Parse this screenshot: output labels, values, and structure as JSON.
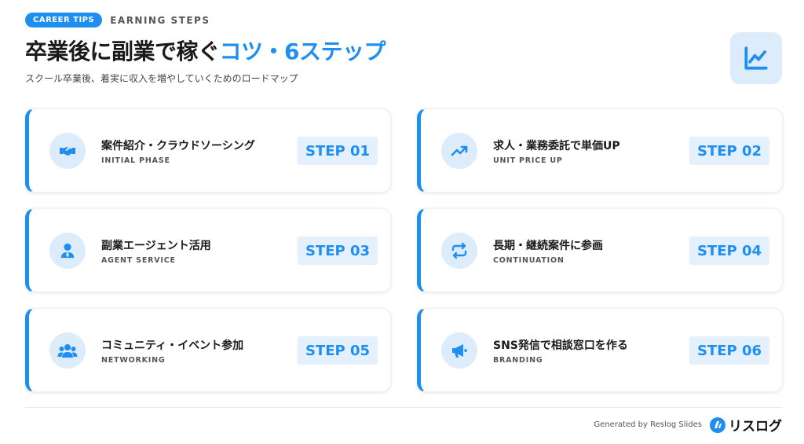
{
  "header": {
    "badge": "CAREER TIPS",
    "kicker": "EARNING STEPS",
    "title_main": "卒業後に副業で稼ぐ",
    "title_accent": "コツ・6ステップ",
    "subtitle": "スクール卒業後、着実に収入を増やしていくためのロードマップ"
  },
  "colors": {
    "accent": "#1e8ff0",
    "accent_light": "#dcecfb",
    "step_bg": "#e4f1fc"
  },
  "corner_icon": "chart-line-icon",
  "cards": [
    {
      "title": "案件紹介・クラウドソーシング",
      "en": "INITIAL PHASE",
      "step": "STEP 01",
      "icon": "handshake-icon"
    },
    {
      "title": "求人・業務委託で単価UP",
      "en": "UNIT PRICE UP",
      "step": "STEP 02",
      "icon": "trending-up-icon"
    },
    {
      "title": "副業エージェント活用",
      "en": "AGENT SERVICE",
      "step": "STEP 03",
      "icon": "user-tie-icon"
    },
    {
      "title": "長期・継続案件に参画",
      "en": "CONTINUATION",
      "step": "STEP 04",
      "icon": "repeat-icon"
    },
    {
      "title": "コミュニティ・イベント参加",
      "en": "NETWORKING",
      "step": "STEP 05",
      "icon": "users-icon"
    },
    {
      "title": "SNS発信で相談窓口を作る",
      "en": "BRANDING",
      "step": "STEP 06",
      "icon": "megaphone-icon"
    }
  ],
  "footer": {
    "generated": "Generated by Reslog Slides",
    "logo_text": "リスログ"
  }
}
